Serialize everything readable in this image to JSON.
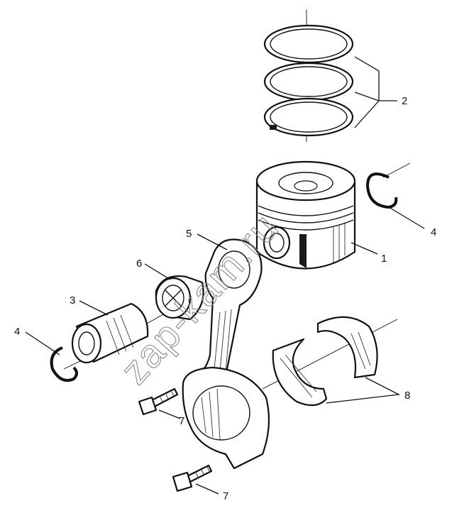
{
  "watermark": "zap-kam.ru",
  "callouts": {
    "c1": "1",
    "c2": "2",
    "c3": "3",
    "c4a": "4",
    "c4b": "4",
    "c5": "5",
    "c6": "6",
    "c7a": "7",
    "c7b": "7",
    "c8": "8"
  }
}
